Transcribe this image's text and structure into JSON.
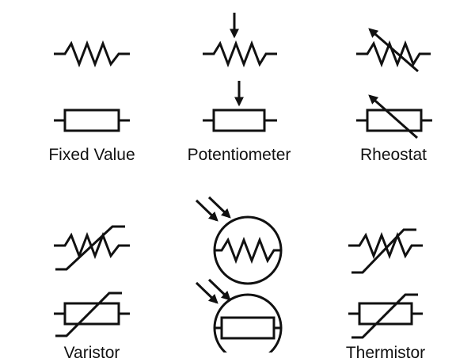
{
  "labels": {
    "fixed": "Fixed Value",
    "potentiometer": "Potentiometer",
    "rheostat": "Rheostat",
    "varistor": "Varistor",
    "thermistor": "Thermistor"
  },
  "colors": {
    "ink": "#111111",
    "background": "#ffffff"
  }
}
